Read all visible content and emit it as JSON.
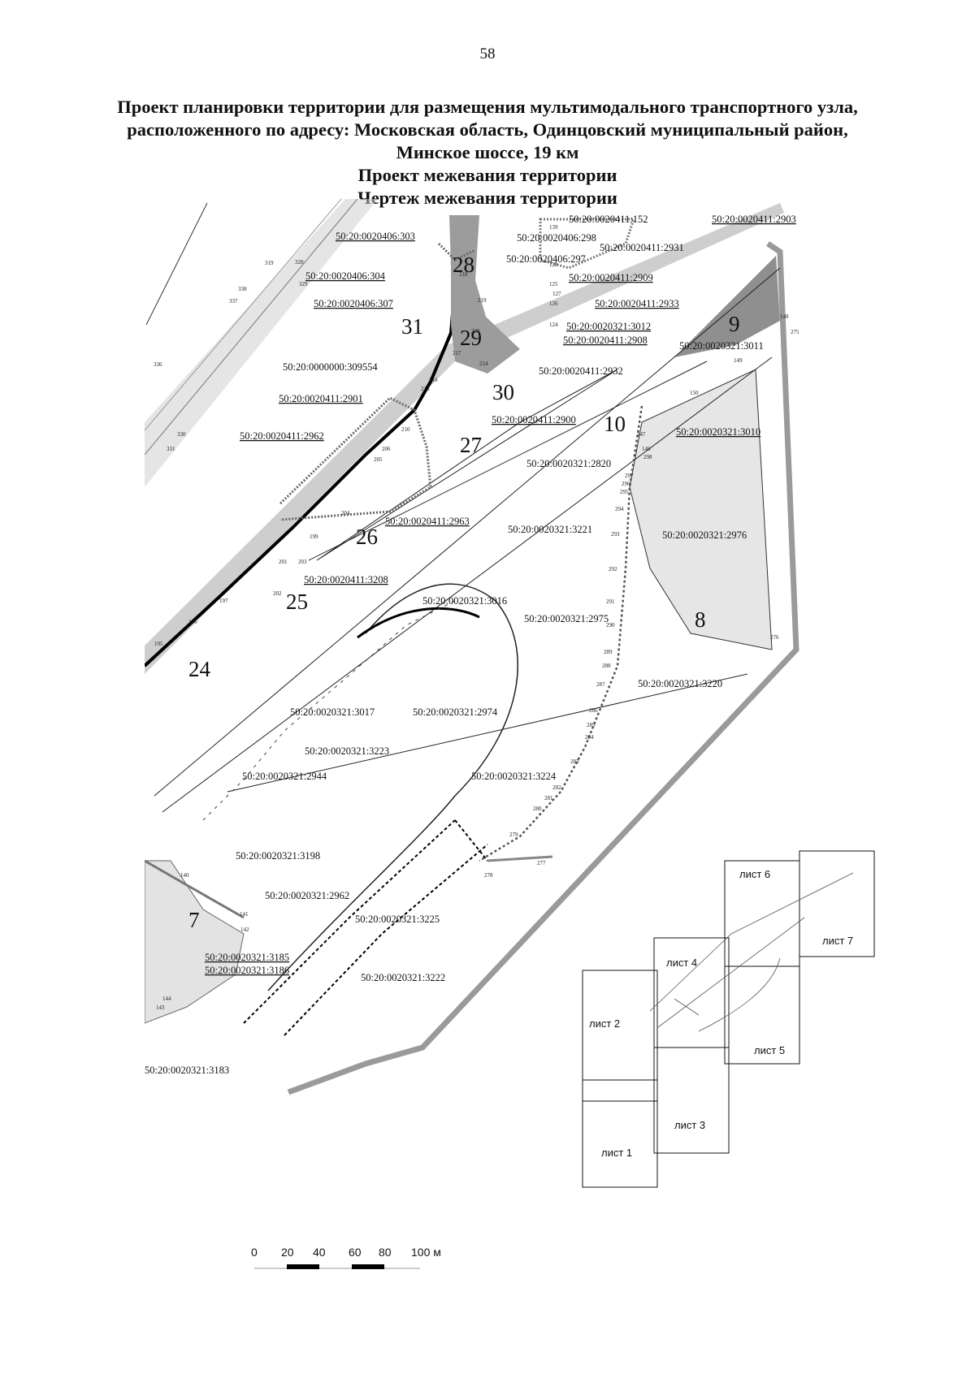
{
  "page_number": "58",
  "title_lines": [
    "Проект планировки территории для размещения мультимодального транспортного узла,",
    "расположенного по адресу: Московская область, Одинцовский муниципальный район,",
    "Минское шоссе, 19 км",
    "Проект межевания территории",
    "Чертеж межевания территории"
  ],
  "parcels": {
    "p0406_303": "50:20:0020406:303",
    "p0411_152": "50:20:0020411:152",
    "p0411_2903": "50:20:0020411:2903",
    "p0406_298": "50:20:0020406:298",
    "p0411_2931": "50:20:0020411:2931",
    "p0406_297": "50:20:0020406:297",
    "p0406_304": "50:20:0020406:304",
    "p0411_2909": "50:20:0020411:2909",
    "p0411_2933": "50:20:0020411:2933",
    "p0406_307": "50:20:0020406:307",
    "p0321_3012": "50:20:0020321:3012",
    "p0411_2908": "50:20:0020411:2908",
    "p0321_3011": "50:20:0020321:3011",
    "p0000_309554": "50:20:0000000:309554",
    "p0411_2932": "50:20:0020411:2932",
    "p0411_2901": "50:20:0020411:2901",
    "p0411_2900": "50:20:0020411:2900",
    "p0321_3010": "50:20:0020321:3010",
    "p0411_2962": "50:20:0020411:2962",
    "p0321_2820": "50:20:0020321:2820",
    "p0411_2963": "50:20:0020411:2963",
    "p0321_3221": "50:20:0020321:3221",
    "p0321_2976": "50:20:0020321:2976",
    "p0411_3208": "50:20:0020411:3208",
    "p0321_3016": "50:20:0020321:3016",
    "p0321_2975": "50:20:0020321:2975",
    "p0321_3220": "50:20:0020321:3220",
    "p0321_3017": "50:20:0020321:3017",
    "p0321_2974": "50:20:0020321:2974",
    "p0321_3223": "50:20:0020321:3223",
    "p0321_2944": "50:20:0020321:2944",
    "p0321_3224": "50:20:0020321:3224",
    "p0321_3198": "50:20:0020321:3198",
    "p0321_2962": "50:20:0020321:2962",
    "p0321_3225": "50:20:0020321:3225",
    "p0321_3185": "50:20:0020321:3185",
    "p0321_3186": "50:20:0020321:3186",
    "p0321_3222": "50:20:0020321:3222",
    "p0321_3183": "50:20:0020321:3183"
  },
  "zones": {
    "z7": "7",
    "z8": "8",
    "z9": "9",
    "z10": "10",
    "z24": "24",
    "z25": "25",
    "z26": "26",
    "z27": "27",
    "z28": "28",
    "z29": "29",
    "z30": "30",
    "z31": "31"
  },
  "points": {
    "a": "139",
    "b": "128",
    "c": "125",
    "d": "127",
    "e": "126",
    "f": "124",
    "g": "218",
    "h": "219",
    "i": "220",
    "j": "217",
    "k": "214",
    "l": "216",
    "m": "213",
    "n": "210",
    "o": "206",
    "p": "205",
    "q": "204",
    "r": "199",
    "s": "201",
    "t": "202",
    "u": "197",
    "v": "196",
    "w": "195",
    "x": "203",
    "y": "148",
    "z": "275",
    "aa": "149",
    "ab": "150",
    "ac": "147",
    "ad": "146",
    "ae": "298",
    "af": "297",
    "ag": "296",
    "ah": "295",
    "ai": "294",
    "aj": "293",
    "ak": "292",
    "al": "291",
    "am": "290",
    "an": "289",
    "ao": "288",
    "ap": "287",
    "aq": "286",
    "ar": "285",
    "as": "284",
    "at": "283",
    "au": "282",
    "av": "281",
    "aw": "280",
    "ax": "279",
    "ay": "278",
    "az": "277",
    "ba": "276",
    "bb": "140",
    "bc": "141",
    "bd": "142",
    "be": "144",
    "bf": "143",
    "bg": "336",
    "bh": "330",
    "bi": "331",
    "bj": "328",
    "bk": "329",
    "bl": "319",
    "bm": "338",
    "bn": "337"
  },
  "sheets": {
    "s1": "лист 1",
    "s2": "лист 2",
    "s3": "лист 3",
    "s4": "лист 4",
    "s5": "лист 5",
    "s6": "лист 6",
    "s7": "лист 7"
  },
  "scale": {
    "t0": "0",
    "t20": "20",
    "t40": "40",
    "t60": "60",
    "t80": "80",
    "t100": "100 м"
  }
}
